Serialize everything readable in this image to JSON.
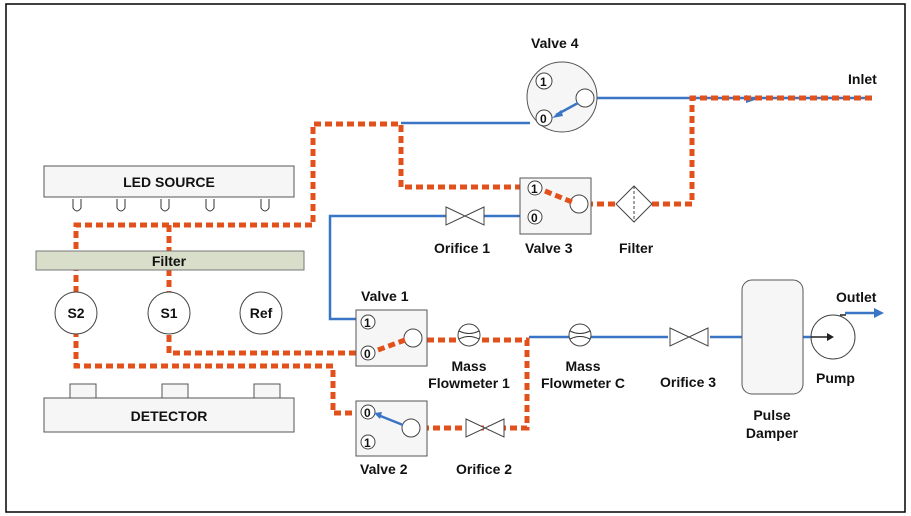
{
  "components": {
    "valve4": {
      "label": "Valve 4",
      "port1": "1",
      "port0": "0"
    },
    "valve3": {
      "label": "Valve 3",
      "port1": "1",
      "port0": "0"
    },
    "valve1": {
      "label": "Valve 1",
      "port1": "1",
      "port0": "0"
    },
    "valve2": {
      "label": "Valve 2",
      "port0": "0",
      "port1": "1"
    },
    "inlet": "Inlet",
    "outlet": "Outlet",
    "led_source": "LED SOURCE",
    "filter_bar": "Filter",
    "filter": "Filter",
    "orifice1": "Orifice 1",
    "orifice2": "Orifice 2",
    "orifice3": "Orifice 3",
    "s2": "S2",
    "s1": "S1",
    "ref": "Ref",
    "detector": "DETECTOR",
    "mass_flowmeter_1": {
      "line1": "Mass",
      "line2": "Flowmeter 1"
    },
    "mass_flowmeter_c": {
      "line1": "Mass",
      "line2": "Flowmeter C"
    },
    "pulse_damper": {
      "line1": "Pulse",
      "line2": "Damper"
    },
    "pump": "Pump"
  },
  "colors": {
    "pipe": "#3a74c4",
    "flow_path": "#e2501c",
    "filter_bar": "#d9decb"
  }
}
